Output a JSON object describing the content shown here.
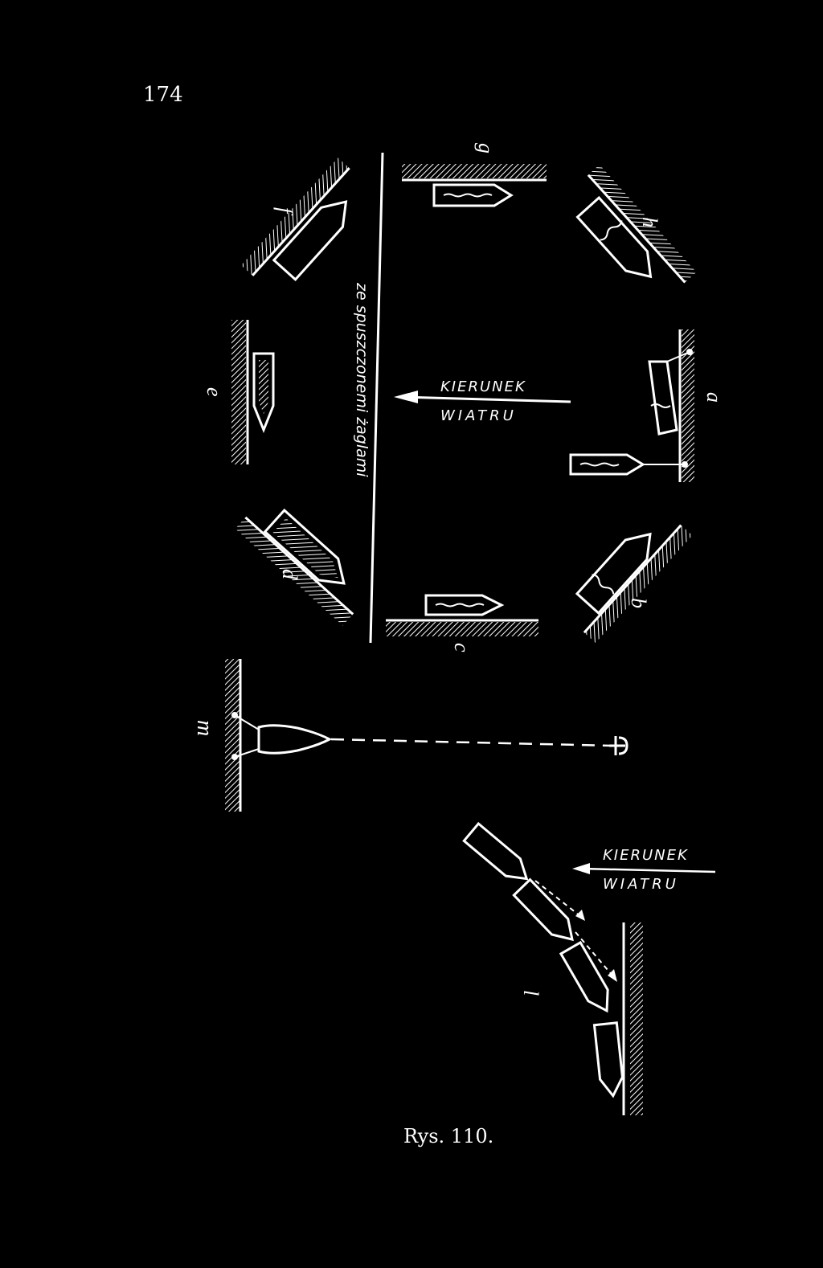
{
  "page_number": "174",
  "figure_caption": "Rys. 110.",
  "wind_label_main": {
    "line1": "KIERUNEK",
    "line2": "WIATRU"
  },
  "wind_label_lower": {
    "line1": "KIERUNEK",
    "line2": "WIATRU"
  },
  "sails_note": "ze spuszczonemi żaglami",
  "position_labels": {
    "a": "a",
    "b": "b",
    "c": "c",
    "d": "d",
    "e": "e",
    "f": "f",
    "g": "g",
    "h": "h",
    "l": "l",
    "m": "m"
  },
  "colors": {
    "background": "#000000",
    "ink": "#ffffff"
  }
}
